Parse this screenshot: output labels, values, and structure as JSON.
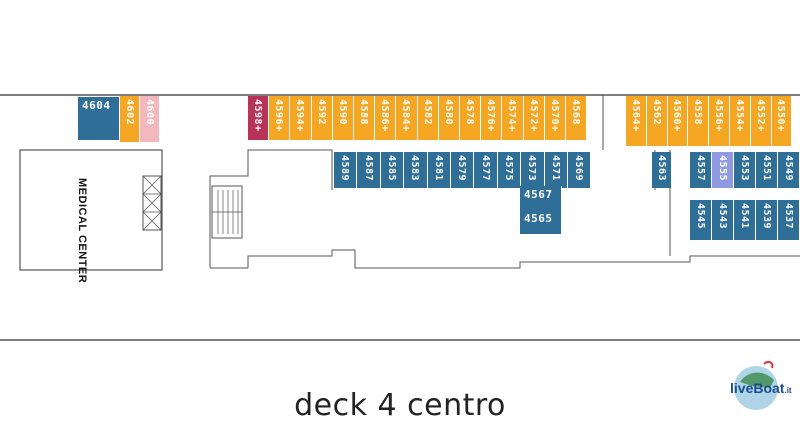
{
  "title": "deck 4 centro",
  "medical_center_label": "MEDICAL CENTER",
  "logo": {
    "text_main": "liveBoat",
    "text_suffix": ".it"
  },
  "colors": {
    "orange": "#f5a623",
    "blue": "#2f6e96",
    "pink": "#f2b8bd",
    "magenta": "#b8325a",
    "lavender": "#8f9ae0",
    "outline": "#555555"
  },
  "cabins": {
    "top_left": [
      {
        "number": "4602",
        "color": "orange"
      },
      {
        "number": "4600",
        "color": "pink"
      }
    ],
    "top_mid": [
      {
        "number": "4598+",
        "color": "magenta"
      },
      {
        "number": "4596+",
        "color": "orange"
      },
      {
        "number": "4594+",
        "color": "orange"
      },
      {
        "number": "4592",
        "color": "orange"
      },
      {
        "number": "4590",
        "color": "orange"
      },
      {
        "number": "4588",
        "color": "orange"
      },
      {
        "number": "4586+",
        "color": "orange"
      },
      {
        "number": "4584+",
        "color": "orange"
      },
      {
        "number": "4582",
        "color": "orange"
      },
      {
        "number": "4580",
        "color": "orange"
      },
      {
        "number": "4578",
        "color": "orange"
      },
      {
        "number": "4576+",
        "color": "orange"
      },
      {
        "number": "4574+",
        "color": "orange"
      },
      {
        "number": "4572+",
        "color": "orange"
      },
      {
        "number": "4570+",
        "color": "orange"
      },
      {
        "number": "4568",
        "color": "orange"
      }
    ],
    "top_right": [
      {
        "number": "4564+",
        "color": "orange"
      },
      {
        "number": "4562",
        "color": "orange"
      },
      {
        "number": "4560+",
        "color": "orange"
      },
      {
        "number": "4558",
        "color": "orange"
      },
      {
        "number": "4556+",
        "color": "orange"
      },
      {
        "number": "4554+",
        "color": "orange"
      },
      {
        "number": "4552+",
        "color": "orange"
      },
      {
        "number": "4550+",
        "color": "orange"
      }
    ],
    "mid_center": [
      {
        "number": "4589",
        "color": "blue"
      },
      {
        "number": "4587",
        "color": "blue"
      },
      {
        "number": "4585",
        "color": "blue"
      },
      {
        "number": "4583",
        "color": "blue"
      },
      {
        "number": "4581",
        "color": "blue"
      },
      {
        "number": "4579",
        "color": "blue"
      },
      {
        "number": "4577",
        "color": "blue"
      },
      {
        "number": "4575",
        "color": "blue"
      },
      {
        "number": "4573",
        "color": "blue"
      },
      {
        "number": "4571",
        "color": "blue"
      },
      {
        "number": "4569",
        "color": "blue"
      }
    ],
    "mid_right": [
      {
        "number": "4557",
        "color": "blue"
      },
      {
        "number": "4555",
        "color": "lavender"
      },
      {
        "number": "4553",
        "color": "blue"
      },
      {
        "number": "4551",
        "color": "blue"
      },
      {
        "number": "4549",
        "color": "blue"
      }
    ],
    "lower_right": [
      {
        "number": "4545",
        "color": "blue"
      },
      {
        "number": "4543",
        "color": "blue"
      },
      {
        "number": "4541",
        "color": "blue"
      },
      {
        "number": "4539",
        "color": "blue"
      },
      {
        "number": "4537",
        "color": "blue"
      }
    ],
    "single": [
      {
        "number": "4604",
        "color": "blue"
      },
      {
        "number": "4563",
        "color": "blue"
      }
    ],
    "stack": [
      {
        "number": "4567",
        "color": "blue"
      },
      {
        "number": "4565",
        "color": "blue"
      }
    ]
  }
}
